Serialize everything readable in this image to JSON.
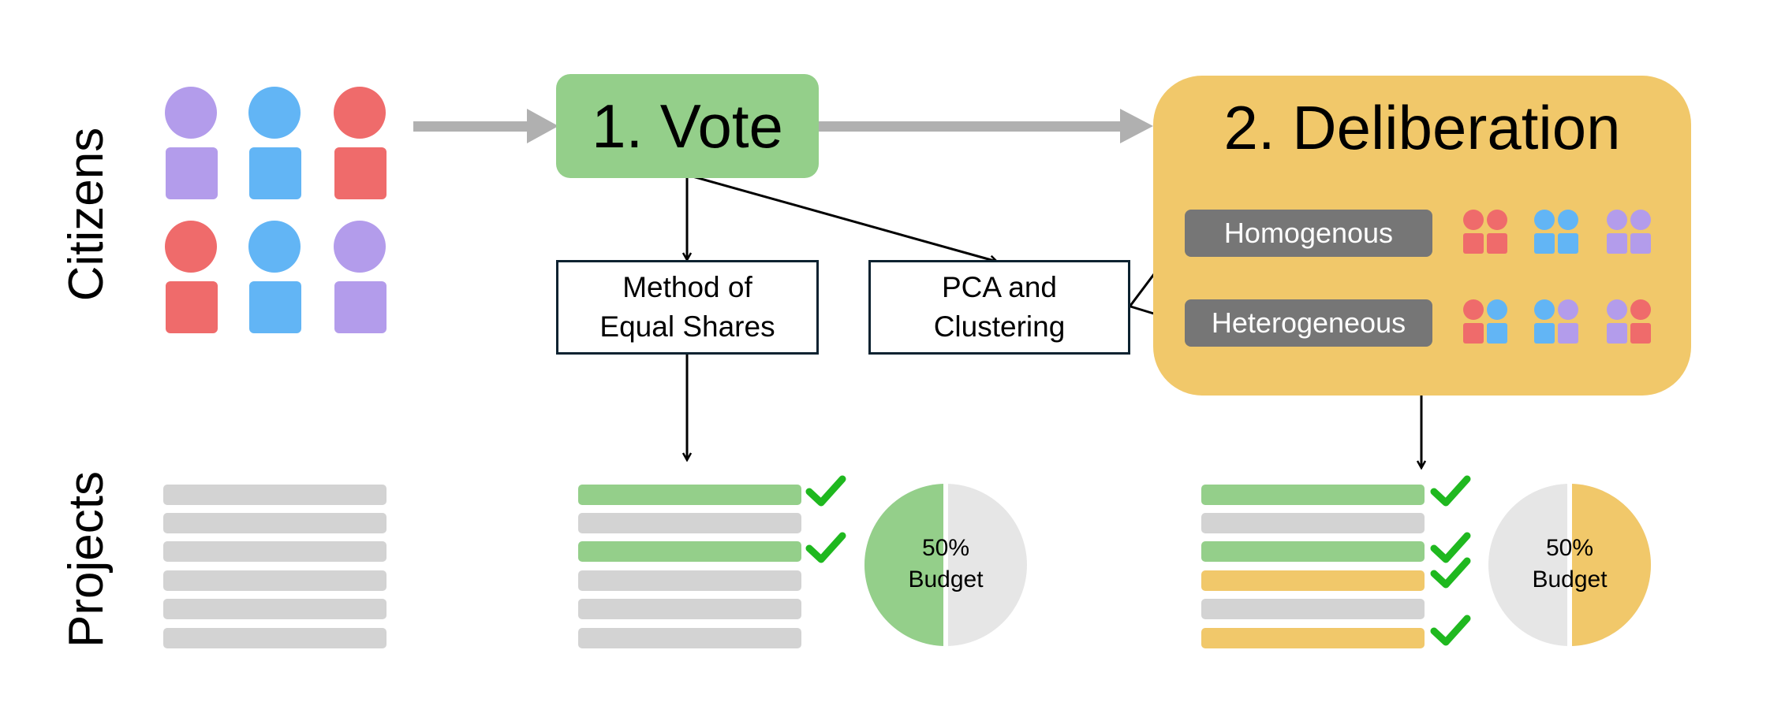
{
  "row_labels": {
    "citizens": "Citizens",
    "projects": "Projects"
  },
  "stages": {
    "vote": "1. Vote",
    "deliberation": "2. Deliberation"
  },
  "methods": {
    "mes": "Method of\nEqual Shares",
    "pca": "PCA and\nClustering"
  },
  "groups": {
    "homogenous": "Homogenous",
    "heterogeneous": "Heterogeneous"
  },
  "pies": {
    "mes": {
      "label": "50%\nBudget",
      "fraction": 0.5,
      "fill": "#94cf8a"
    },
    "deliberation": {
      "label": "50%\nBudget",
      "fraction": 0.5,
      "fill": "#f1c86a"
    }
  },
  "colors": {
    "purple": "#b39ceb",
    "blue": "#62b5f5",
    "red": "#ef6b6b",
    "green": "#94cf8a",
    "orange": "#f1c86a",
    "gray_bar": "#d3d3d3",
    "pill": "#767676",
    "check": "#1fb81f",
    "arrow": "#b0b0b0"
  },
  "citizens": [
    "purple",
    "blue",
    "red",
    "red",
    "blue",
    "purple"
  ],
  "homogenous_pairs": [
    [
      "red",
      "red"
    ],
    [
      "blue",
      "blue"
    ],
    [
      "purple",
      "purple"
    ]
  ],
  "heterogeneous_pairs": [
    [
      "red",
      "blue"
    ],
    [
      "blue",
      "purple"
    ],
    [
      "purple",
      "red"
    ]
  ],
  "project_lists": {
    "initial": [
      "gray",
      "gray",
      "gray",
      "gray",
      "gray",
      "gray"
    ],
    "mes": [
      "green",
      "gray",
      "green",
      "gray",
      "gray",
      "gray"
    ],
    "deliberation": [
      "green",
      "gray",
      "green",
      "orange",
      "gray",
      "orange"
    ]
  },
  "checks": {
    "mes": [
      true,
      false,
      true,
      false,
      false,
      false
    ],
    "deliberation": [
      true,
      false,
      true,
      true,
      false,
      true
    ]
  },
  "icons": [
    "person-icon",
    "check-icon",
    "arrow-icon"
  ]
}
